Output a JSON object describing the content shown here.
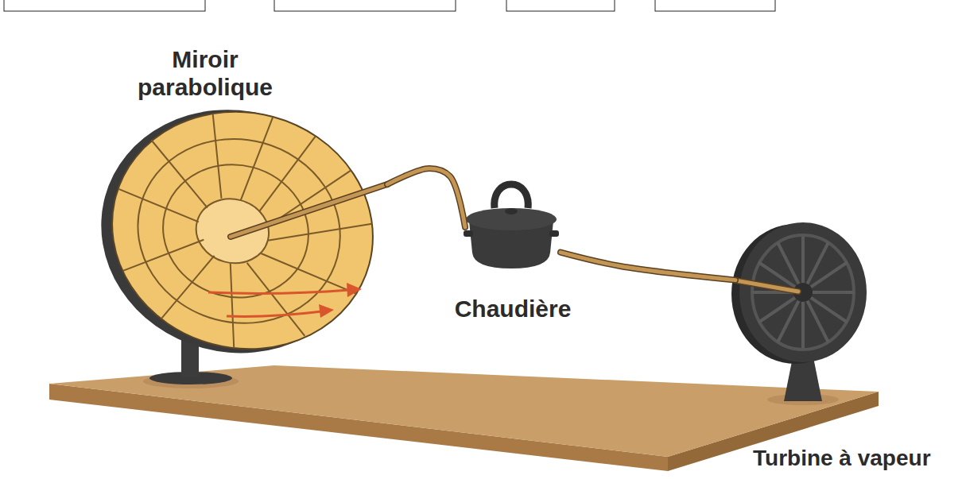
{
  "diagram": {
    "nodes": [
      {
        "text": [
          "Miroir parabolique"
        ]
      },
      {
        "text": [
          "Chaudière"
        ]
      },
      {
        "text": [
          "Turbine à vapeur"
        ]
      }
    ],
    "edges": [
      {
        "from": 0,
        "to": 1,
        "arrow": "none"
      },
      {
        "from": 1,
        "to": 2,
        "arrow": "none"
      }
    ]
  }
}
